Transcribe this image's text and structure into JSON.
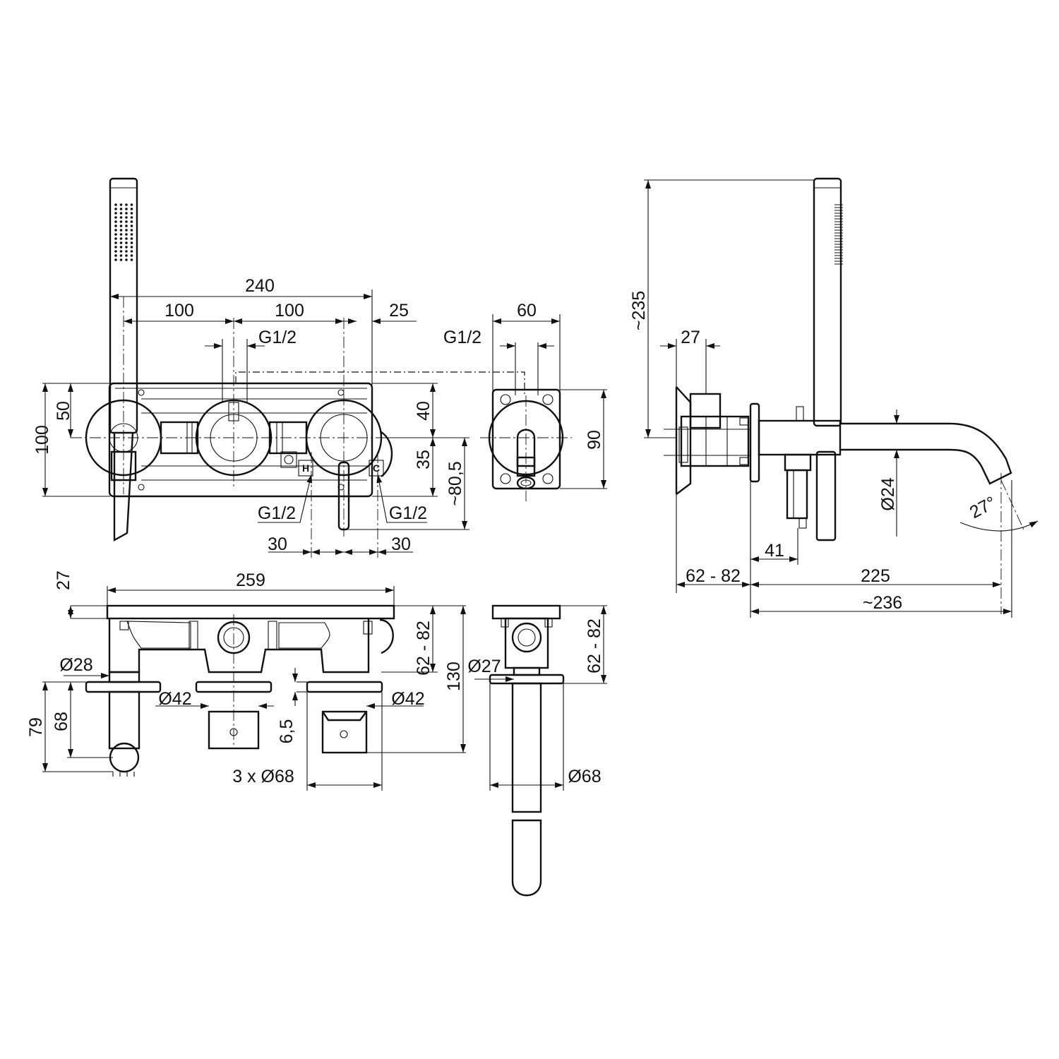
{
  "colors": {
    "line": "#111111",
    "background": "#ffffff"
  },
  "front_view": {
    "overall_width": "240",
    "spacing_left": "100",
    "spacing_right": "100",
    "offset_right": "25",
    "thread_top": "G1/2",
    "height_plate": "100",
    "half_height": "50",
    "handle_above": "40",
    "handle_below": "35",
    "depth_below": "~80,5",
    "thread_hot": "G1/2",
    "thread_cold": "G1/2",
    "inlet_left": "30",
    "inlet_right": "30",
    "hot_mark": "H",
    "cold_mark": "C"
  },
  "spout_front": {
    "width": "60",
    "thread": "G1/2",
    "height": "90"
  },
  "top_view": {
    "length": "259",
    "plate_thickness": "27",
    "rosette_small": "Ø28",
    "rosette_mid": "Ø42",
    "rosette_right": "Ø42",
    "flange_gap": "6,5",
    "rosettes": "3 x Ø68",
    "depth_range": "62 - 82",
    "total_depth": "130",
    "holder_79": "79",
    "holder_68": "68"
  },
  "spout_top": {
    "depth_range": "62 - 82",
    "pipe": "Ø27",
    "rosette": "Ø68"
  },
  "side_view": {
    "height": "~235",
    "box_depth": "27",
    "spout_diameter": "Ø24",
    "angle": "27°",
    "handle_offset": "41",
    "wall_depth": "62 - 82",
    "spout_reach": "225",
    "total_reach": "~236"
  }
}
